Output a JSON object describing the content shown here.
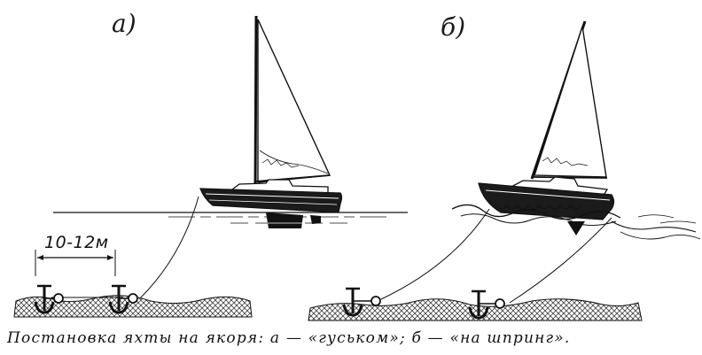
{
  "figure": {
    "panel_a_label": "а)",
    "panel_b_label": "б)",
    "distance_label": "10-12м",
    "caption": "Постановка яхты на якоря: а — «гуськом»; б — «на шпринг»."
  }
}
